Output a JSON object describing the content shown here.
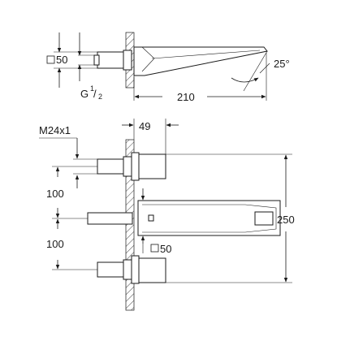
{
  "top_view": {
    "square_label": "50",
    "thread_label_prefix": "G",
    "thread_numerator": "1",
    "thread_denominator": "2",
    "length_label": "210",
    "angle_label": "25°"
  },
  "front_view": {
    "thread_label": "M24x1",
    "depth_label": "49",
    "spacing_upper_label": "100",
    "spacing_lower_label": "100",
    "height_label": "250",
    "square_label": "50"
  }
}
